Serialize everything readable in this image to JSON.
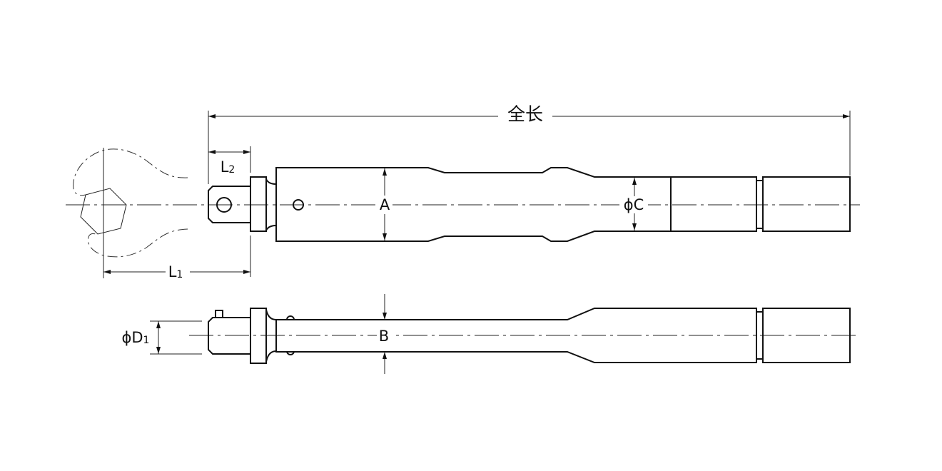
{
  "labels": {
    "overall_length": "全长",
    "L2": "L",
    "L2_sub": "2",
    "L1": "L",
    "L1_sub": "1",
    "A": "A",
    "C": "ϕC",
    "B": "B",
    "D1": "ϕD",
    "D1_sub": "1"
  },
  "colors": {
    "line": "#111111",
    "background": "#ffffff"
  }
}
